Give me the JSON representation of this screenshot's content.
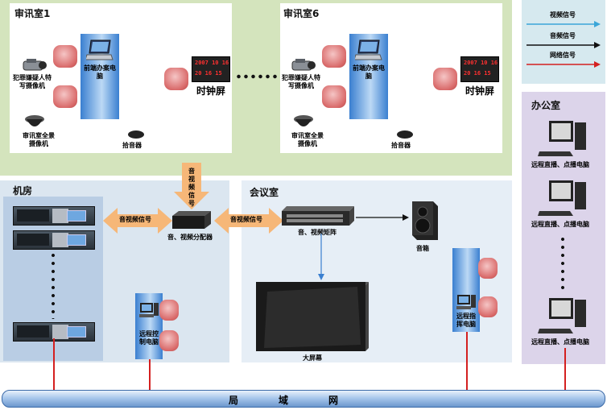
{
  "rooms": {
    "interrogation1": {
      "title": "审讯室1"
    },
    "interrogation6": {
      "title": "审讯室6"
    },
    "machine_room": {
      "title": "机房"
    },
    "meeting_room": {
      "title": "会议室"
    },
    "office": {
      "title": "办公室"
    }
  },
  "devices": {
    "suspect_camera": "犯罪嫌疑人特写摄像机",
    "panorama_camera": "审讯室全景摄像机",
    "frontend_pc": "前端办案电脑",
    "pickup": "拾音器",
    "clock_screen": "时钟屏",
    "av_splitter": "音、视频分配器",
    "av_matrix": "音、视频矩阵",
    "speaker": "音箱",
    "big_screen": "大屏幕",
    "remote_control_pc": "远程控制电脑",
    "remote_command_pc": "远程指挥电脑",
    "remote_broadcast_pc": "远程直播、点播电脑",
    "lan": "局域网"
  },
  "signals": {
    "av_vertical": "音视频信号",
    "av_left": "音视频信号",
    "av_right": "音视频信号"
  },
  "clock_display": {
    "line1": "2007 10 16",
    "line2": "20 16 15"
  },
  "legend": [
    {
      "label": "视频信号",
      "color": "#3aa6d8"
    },
    {
      "label": "音频信号",
      "color": "#111111"
    },
    {
      "label": "网络信号",
      "color": "#d42020"
    }
  ],
  "colors": {
    "interrogation_bg": "#d4e4bd",
    "machine_bg": "#dbe6f0",
    "meeting_bg": "#e6eef6",
    "office_bg": "#dcd4ea",
    "legend_bg": "#d6e9ef",
    "arrow_orange": "#f6b778",
    "network_line": "#d42020"
  }
}
